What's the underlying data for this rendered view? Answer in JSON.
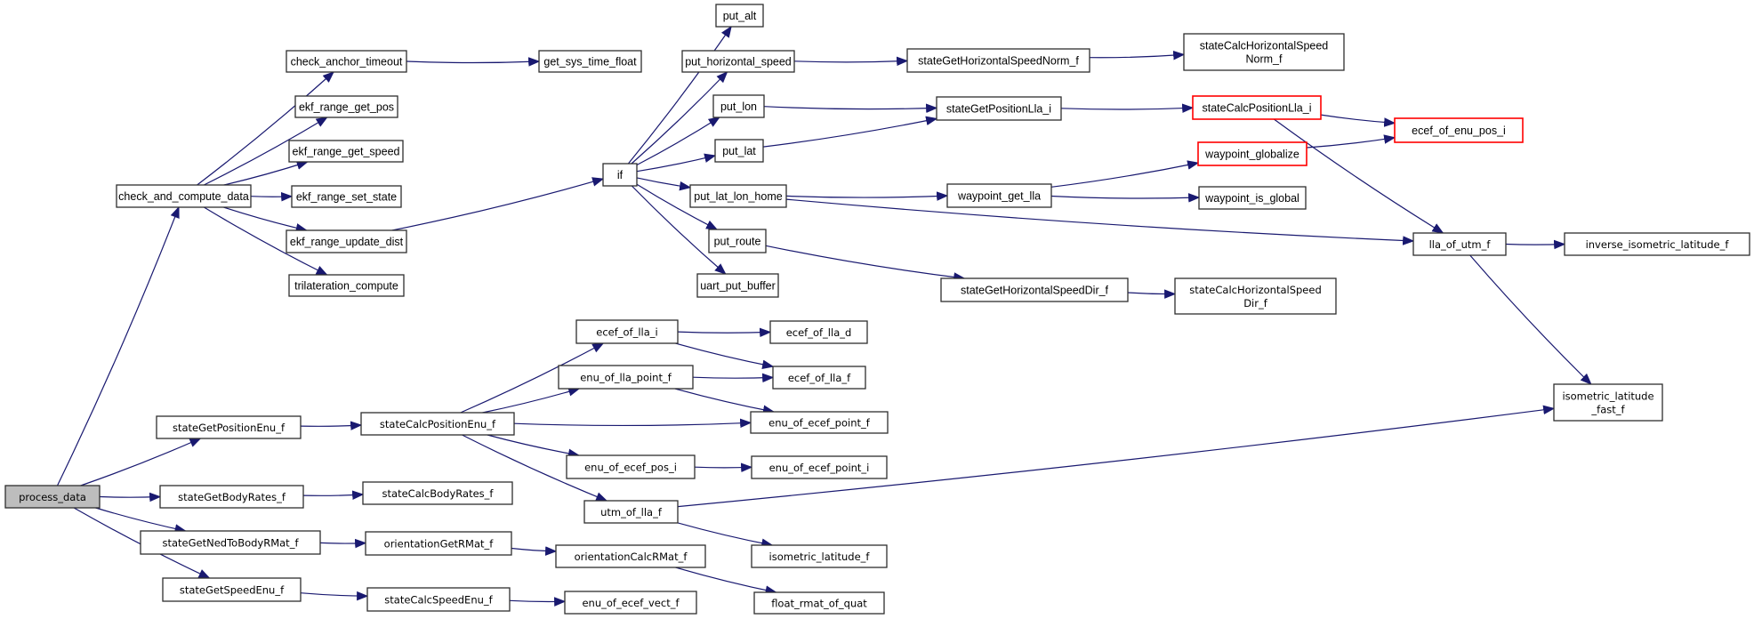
{
  "diagram": {
    "title": "call-graph",
    "colors": {
      "background": "#ffffff",
      "edge": "#191970",
      "node_border": "#2e2e2e",
      "highlight_border": "#ff0000",
      "node_fill": "#ffffff",
      "root_fill": "#bdbdbd",
      "text": "#000000"
    },
    "nodes": [
      {
        "id": "process_data",
        "label": "process_data",
        "root": true
      },
      {
        "id": "check_and_compute_data",
        "label": "check_and_compute_data"
      },
      {
        "id": "check_anchor_timeout",
        "label": "check_anchor_timeout"
      },
      {
        "id": "get_sys_time_float",
        "label": "get_sys_time_float"
      },
      {
        "id": "ekf_range_get_pos",
        "label": "ekf_range_get_pos"
      },
      {
        "id": "ekf_range_get_speed",
        "label": "ekf_range_get_speed"
      },
      {
        "id": "ekf_range_set_state",
        "label": "ekf_range_set_state"
      },
      {
        "id": "ekf_range_update_dist",
        "label": "ekf_range_update_dist"
      },
      {
        "id": "trilateration_compute",
        "label": "trilateration_compute"
      },
      {
        "id": "if",
        "label": "if"
      },
      {
        "id": "put_alt",
        "label": "put_alt"
      },
      {
        "id": "put_horizontal_speed",
        "label": "put_horizontal_speed"
      },
      {
        "id": "put_lon",
        "label": "put_lon"
      },
      {
        "id": "put_lat",
        "label": "put_lat"
      },
      {
        "id": "put_lat_lon_home",
        "label": "put_lat_lon_home"
      },
      {
        "id": "put_route",
        "label": "put_route"
      },
      {
        "id": "uart_put_buffer",
        "label": "uart_put_buffer"
      },
      {
        "id": "stateGetHorizontalSpeedNorm_f",
        "label": "stateGetHorizontalSpeedNorm_f"
      },
      {
        "id": "stateCalcHorizontalSpeedNorm_f",
        "label": "stateCalcHorizontalSpeed Norm_f",
        "lines": [
          "stateCalcHorizontalSpeed",
          "Norm_f"
        ]
      },
      {
        "id": "stateGetPositionLla_i",
        "label": "stateGetPositionLla_i"
      },
      {
        "id": "stateCalcPositionLla_i",
        "label": "stateCalcPositionLla_i",
        "highlight": true
      },
      {
        "id": "ecef_of_enu_pos_i",
        "label": "ecef_of_enu_pos_i",
        "highlight": true
      },
      {
        "id": "waypoint_globalize",
        "label": "waypoint_globalize",
        "highlight": true
      },
      {
        "id": "waypoint_get_lla",
        "label": "waypoint_get_lla"
      },
      {
        "id": "waypoint_is_global",
        "label": "waypoint_is_global"
      },
      {
        "id": "stateGetHorizontalSpeedDir_f",
        "label": "stateGetHorizontalSpeedDir_f"
      },
      {
        "id": "stateCalcHorizontalSpeedDir_f",
        "label": "stateCalcHorizontalSpeed Dir_f",
        "lines": [
          "stateCalcHorizontalSpeed",
          "Dir_f"
        ]
      },
      {
        "id": "lla_of_utm_f",
        "label": "lla_of_utm_f"
      },
      {
        "id": "inverse_isometric_latitude_f",
        "label": "inverse_isometric_latitude_f"
      },
      {
        "id": "isometric_latitude_fast_f",
        "label": "isometric_latitude _fast_f",
        "lines": [
          "isometric_latitude",
          "_fast_f"
        ]
      },
      {
        "id": "stateGetPositionEnu_f",
        "label": "stateGetPositionEnu_f"
      },
      {
        "id": "stateCalcPositionEnu_f",
        "label": "stateCalcPositionEnu_f"
      },
      {
        "id": "ecef_of_lla_i",
        "label": "ecef_of_lla_i"
      },
      {
        "id": "ecef_of_lla_d",
        "label": "ecef_of_lla_d"
      },
      {
        "id": "enu_of_lla_point_f",
        "label": "enu_of_lla_point_f"
      },
      {
        "id": "ecef_of_lla_f",
        "label": "ecef_of_lla_f"
      },
      {
        "id": "enu_of_ecef_point_f",
        "label": "enu_of_ecef_point_f"
      },
      {
        "id": "enu_of_ecef_pos_i",
        "label": "enu_of_ecef_pos_i"
      },
      {
        "id": "enu_of_ecef_point_i",
        "label": "enu_of_ecef_point_i"
      },
      {
        "id": "utm_of_lla_f",
        "label": "utm_of_lla_f"
      },
      {
        "id": "stateGetBodyRates_f",
        "label": "stateGetBodyRates_f"
      },
      {
        "id": "stateCalcBodyRates_f",
        "label": "stateCalcBodyRates_f"
      },
      {
        "id": "stateGetNedToBodyRMat_f",
        "label": "stateGetNedToBodyRMat_f"
      },
      {
        "id": "orientationGetRMat_f",
        "label": "orientationGetRMat_f"
      },
      {
        "id": "orientationCalcRMat_f",
        "label": "orientationCalcRMat_f"
      },
      {
        "id": "isometric_latitude_f",
        "label": "isometric_latitude_f"
      },
      {
        "id": "stateGetSpeedEnu_f",
        "label": "stateGetSpeedEnu_f"
      },
      {
        "id": "stateCalcSpeedEnu_f",
        "label": "stateCalcSpeedEnu_f"
      },
      {
        "id": "enu_of_ecef_vect_f",
        "label": "enu_of_ecef_vect_f"
      },
      {
        "id": "float_rmat_of_quat",
        "label": "float_rmat_of_quat"
      }
    ],
    "edges": [
      [
        "process_data",
        "check_and_compute_data"
      ],
      [
        "process_data",
        "stateGetPositionEnu_f"
      ],
      [
        "process_data",
        "stateGetBodyRates_f"
      ],
      [
        "process_data",
        "stateGetNedToBodyRMat_f"
      ],
      [
        "process_data",
        "stateGetSpeedEnu_f"
      ],
      [
        "check_and_compute_data",
        "check_anchor_timeout"
      ],
      [
        "check_and_compute_data",
        "ekf_range_get_pos"
      ],
      [
        "check_and_compute_data",
        "ekf_range_get_speed"
      ],
      [
        "check_and_compute_data",
        "ekf_range_set_state"
      ],
      [
        "check_and_compute_data",
        "ekf_range_update_dist"
      ],
      [
        "check_and_compute_data",
        "trilateration_compute"
      ],
      [
        "check_anchor_timeout",
        "get_sys_time_float"
      ],
      [
        "ekf_range_update_dist",
        "if"
      ],
      [
        "if",
        "put_alt"
      ],
      [
        "if",
        "put_horizontal_speed"
      ],
      [
        "if",
        "put_lon"
      ],
      [
        "if",
        "put_lat"
      ],
      [
        "if",
        "put_lat_lon_home"
      ],
      [
        "if",
        "put_route"
      ],
      [
        "if",
        "uart_put_buffer"
      ],
      [
        "put_horizontal_speed",
        "stateGetHorizontalSpeedNorm_f"
      ],
      [
        "stateGetHorizontalSpeedNorm_f",
        "stateCalcHorizontalSpeedNorm_f"
      ],
      [
        "put_lon",
        "stateGetPositionLla_i"
      ],
      [
        "put_lat",
        "stateGetPositionLla_i"
      ],
      [
        "stateGetPositionLla_i",
        "stateCalcPositionLla_i"
      ],
      [
        "stateCalcPositionLla_i",
        "ecef_of_enu_pos_i"
      ],
      [
        "stateCalcPositionLla_i",
        "lla_of_utm_f"
      ],
      [
        "waypoint_globalize",
        "ecef_of_enu_pos_i"
      ],
      [
        "put_lat_lon_home",
        "waypoint_get_lla"
      ],
      [
        "put_lat_lon_home",
        "lla_of_utm_f"
      ],
      [
        "waypoint_get_lla",
        "waypoint_globalize"
      ],
      [
        "waypoint_get_lla",
        "waypoint_is_global"
      ],
      [
        "put_route",
        "stateGetHorizontalSpeedDir_f"
      ],
      [
        "stateGetHorizontalSpeedDir_f",
        "stateCalcHorizontalSpeedDir_f"
      ],
      [
        "lla_of_utm_f",
        "inverse_isometric_latitude_f"
      ],
      [
        "lla_of_utm_f",
        "isometric_latitude_fast_f"
      ],
      [
        "utm_of_lla_f",
        "isometric_latitude_fast_f"
      ],
      [
        "utm_of_lla_f",
        "isometric_latitude_f"
      ],
      [
        "stateGetPositionEnu_f",
        "stateCalcPositionEnu_f"
      ],
      [
        "stateCalcPositionEnu_f",
        "ecef_of_lla_i"
      ],
      [
        "stateCalcPositionEnu_f",
        "enu_of_lla_point_f"
      ],
      [
        "stateCalcPositionEnu_f",
        "enu_of_ecef_point_f"
      ],
      [
        "stateCalcPositionEnu_f",
        "enu_of_ecef_pos_i"
      ],
      [
        "stateCalcPositionEnu_f",
        "utm_of_lla_f"
      ],
      [
        "ecef_of_lla_i",
        "ecef_of_lla_d"
      ],
      [
        "ecef_of_lla_i",
        "ecef_of_lla_f"
      ],
      [
        "enu_of_lla_point_f",
        "ecef_of_lla_f"
      ],
      [
        "enu_of_lla_point_f",
        "enu_of_ecef_point_f"
      ],
      [
        "enu_of_ecef_pos_i",
        "enu_of_ecef_point_i"
      ],
      [
        "stateGetBodyRates_f",
        "stateCalcBodyRates_f"
      ],
      [
        "stateGetNedToBodyRMat_f",
        "orientationGetRMat_f"
      ],
      [
        "orientationGetRMat_f",
        "orientationCalcRMat_f"
      ],
      [
        "orientationCalcRMat_f",
        "float_rmat_of_quat"
      ],
      [
        "stateGetSpeedEnu_f",
        "stateCalcSpeedEnu_f"
      ],
      [
        "stateCalcSpeedEnu_f",
        "enu_of_ecef_vect_f"
      ]
    ]
  }
}
